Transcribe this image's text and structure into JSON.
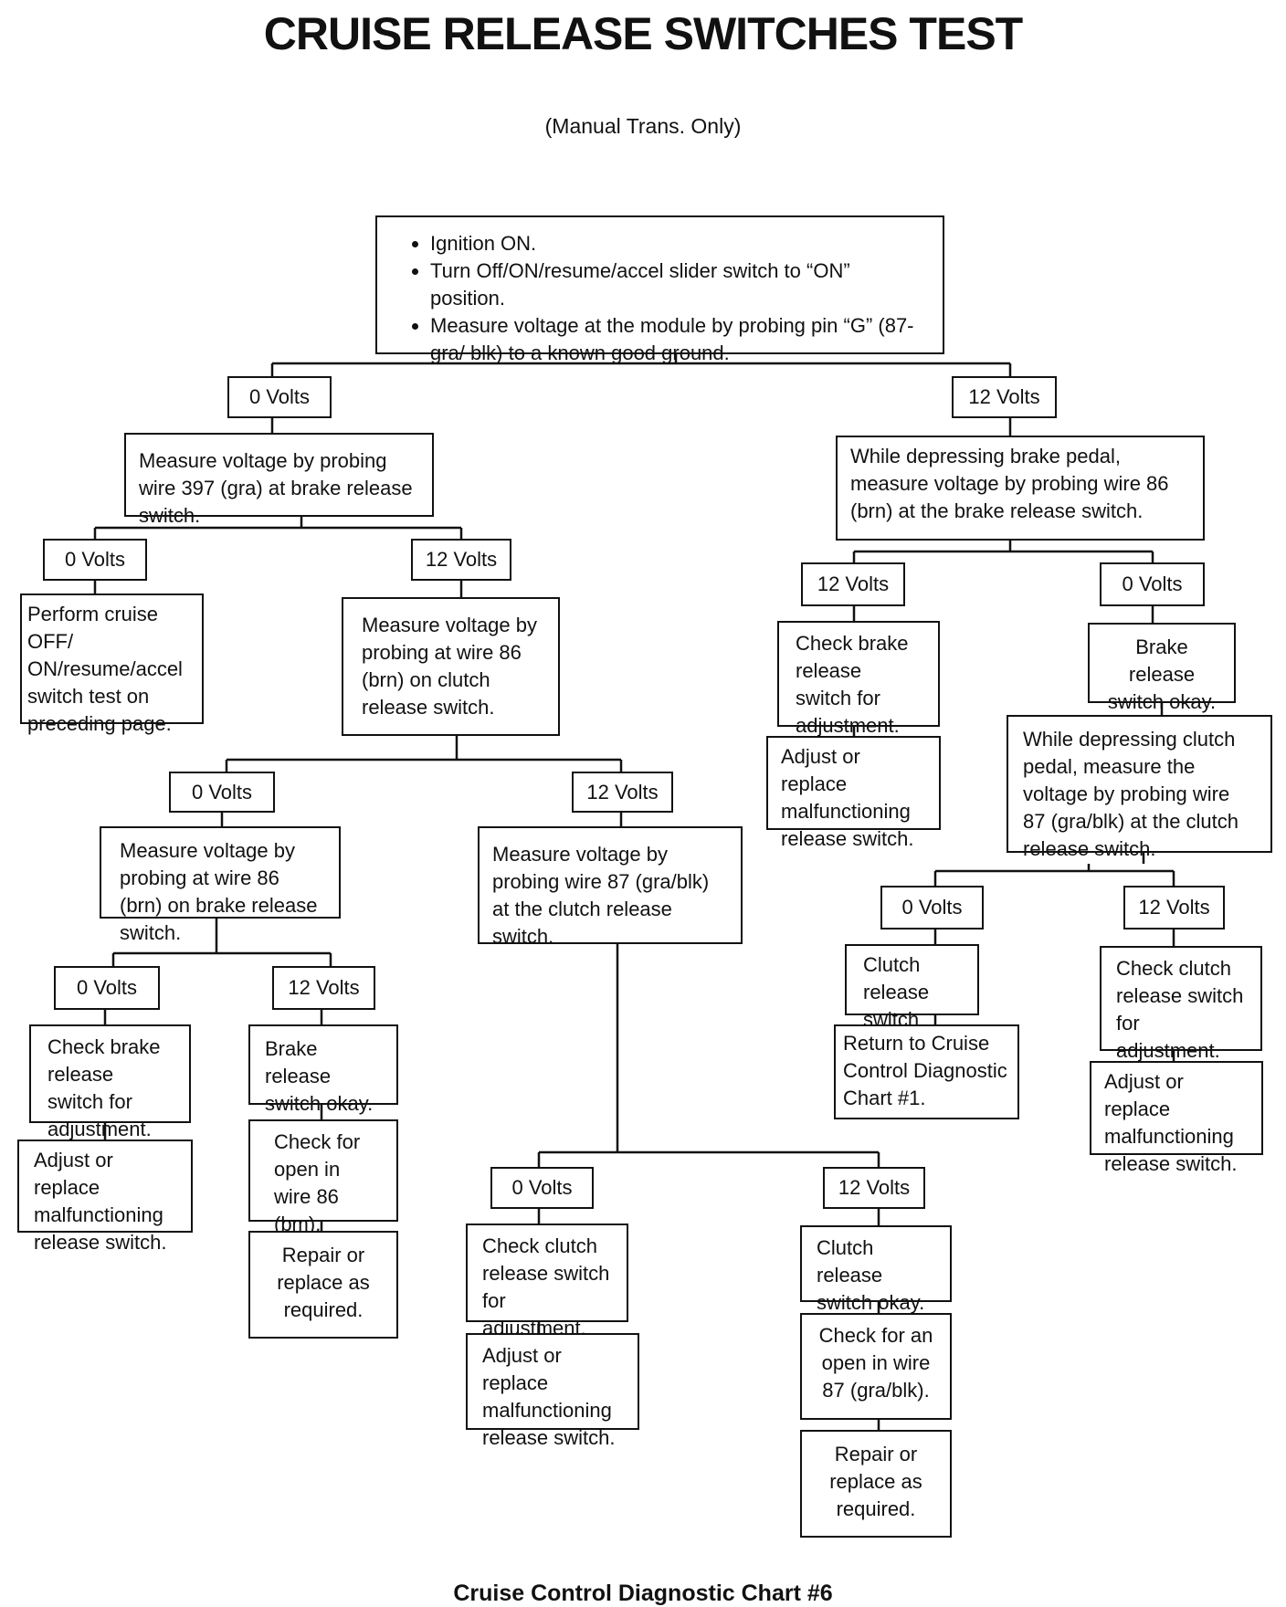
{
  "title": "CRUISE RELEASE SWITCHES TEST",
  "subtitle": "(Manual Trans. Only)",
  "footer": "Cruise Control Diagnostic Chart #6",
  "start": {
    "bullets": [
      "Ignition ON.",
      "Turn Off/ON/resume/accel slider switch to “ON” position.",
      "Measure voltage at the module by probing pin “G” (87-gra/ blk) to a known good ground."
    ]
  },
  "left": {
    "volt": "0 Volts",
    "step": "Measure voltage by probing wire 397 (gra) at brake release switch.",
    "zero": {
      "volt": "0 Volts",
      "action": "Perform cruise OFF/ ON/resume/accel switch test on preceding page."
    },
    "twelve": {
      "volt": "12 Volts",
      "step": "Measure voltage by probing at wire 86 (brn) on clutch release switch.",
      "zero": {
        "volt": "0 Volts",
        "step": "Measure voltage by probing at wire 86 (brn) on brake release switch.",
        "zero": {
          "volt": "0 Volts",
          "check": "Check brake release switch for adjustment.",
          "fix": "Adjust or replace malfunctioning release switch."
        },
        "twelve": {
          "volt": "12 Volts",
          "okay": "Brake release switch okay.",
          "check": "Check for open in wire 86 (bm).",
          "fix": "Repair or replace as required."
        }
      },
      "twelve": {
        "volt": "12 Volts",
        "step": "Measure voltage by probing wire 87 (gra/blk) at the clutch release switch.",
        "zero": {
          "volt": "0 Volts",
          "check": "Check clutch release switch for adjustment.",
          "fix": "Adjust or replace malfunctioning release switch."
        },
        "twelve": {
          "volt": "12 Volts",
          "okay": "Clutch release switch okay.",
          "check": "Check for an open in wire 87 (gra/blk).",
          "fix": "Repair or replace as required."
        }
      }
    }
  },
  "right": {
    "volt": "12 Volts",
    "step": "While depressing brake pedal, measure voltage by probing wire 86 (brn) at the brake release switch.",
    "twelve": {
      "volt": "12 Volts",
      "check": "Check brake release switch for adjustment.",
      "fix": "Adjust or replace malfunctioning release switch."
    },
    "zero": {
      "volt": "0 Volts",
      "okay": "Brake release switch okay.",
      "step": "While depressing clutch pedal, measure the voltage by probing wire 87 (gra/blk) at the clutch release switch.",
      "zero": {
        "volt": "0 Volts",
        "okay": "Clutch release switch okay.",
        "ret": "Return to Cruise Control Diagnostic Chart #1."
      },
      "twelve": {
        "volt": "12 Volts",
        "check": "Check clutch release switch for adjustment.",
        "fix": "Adjust or replace malfunctioning release switch."
      }
    }
  }
}
